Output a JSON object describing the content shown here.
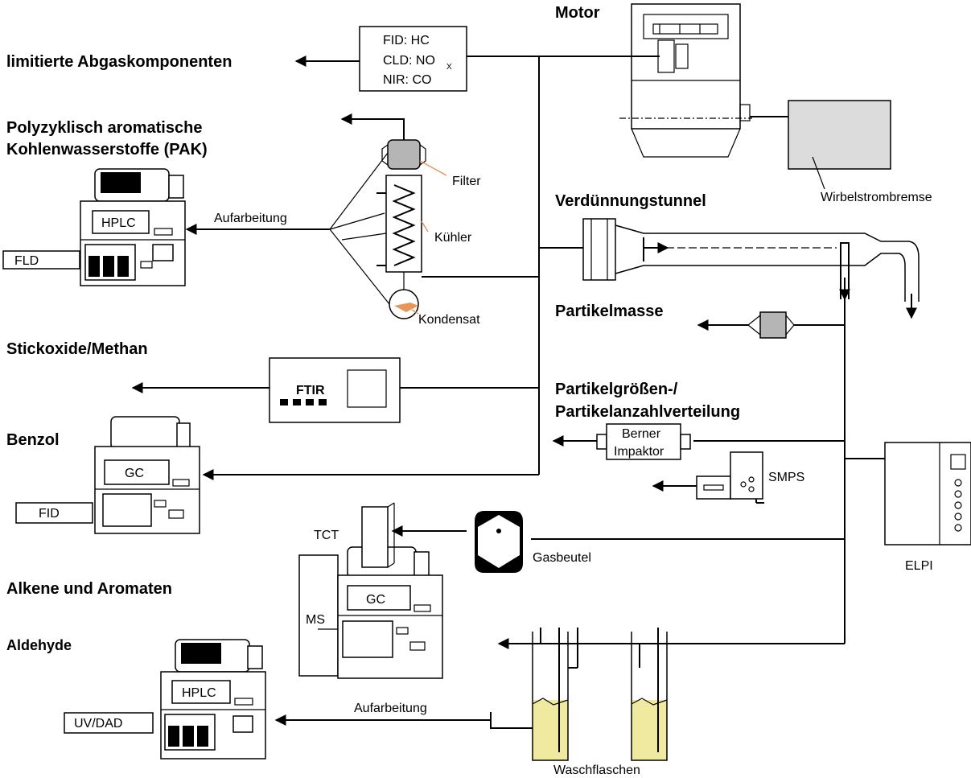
{
  "sections": {
    "limitierte": "limitierte Abgaskomponenten",
    "pak_line1": "Polyzyklisch aromatische",
    "pak_line2": "Kohlenwasserstoffe (PAK)",
    "stickoxide": "Stickoxide/Methan",
    "benzol": "Benzol",
    "alkene": "Alkene und Aromaten",
    "aldehyde": "Aldehyde",
    "motor": "Motor",
    "verduennung": "Verdünnungstunnel",
    "partikelmasse": "Partikelmasse",
    "groessen_line1": "Partikelgrößen-/",
    "groessen_line2": "Partikelanzahlverteilung"
  },
  "analyzers": {
    "fid": "FID: HC",
    "cld": "CLD: NO",
    "cld_sub": "X",
    "nir": "NIR: CO",
    "ftir": "FTIR"
  },
  "instruments": {
    "hplc": "HPLC",
    "gc": "GC",
    "ms": "MS",
    "tct": "TCT",
    "fld": "FLD",
    "fid": "FID",
    "uvdad": "UV/DAD",
    "berner_line1": "Berner",
    "berner_line2": "Impaktor",
    "smps": "SMPS",
    "elpi": "ELPI"
  },
  "labels": {
    "filter": "Filter",
    "kuehler": "Kühler",
    "kondensat": "Kondensat",
    "aufarbeitung": "Aufarbeitung",
    "wirbelstrombremse": "Wirbelstrombremse",
    "gasbeutel": "Gasbeutel",
    "waschflaschen": "Waschflaschen"
  },
  "colors": {
    "orange": "#e8955a",
    "liquid": "#f0eaa0",
    "filter_grey": "#b5b5b5",
    "brake_grey": "#dcdcdc"
  }
}
